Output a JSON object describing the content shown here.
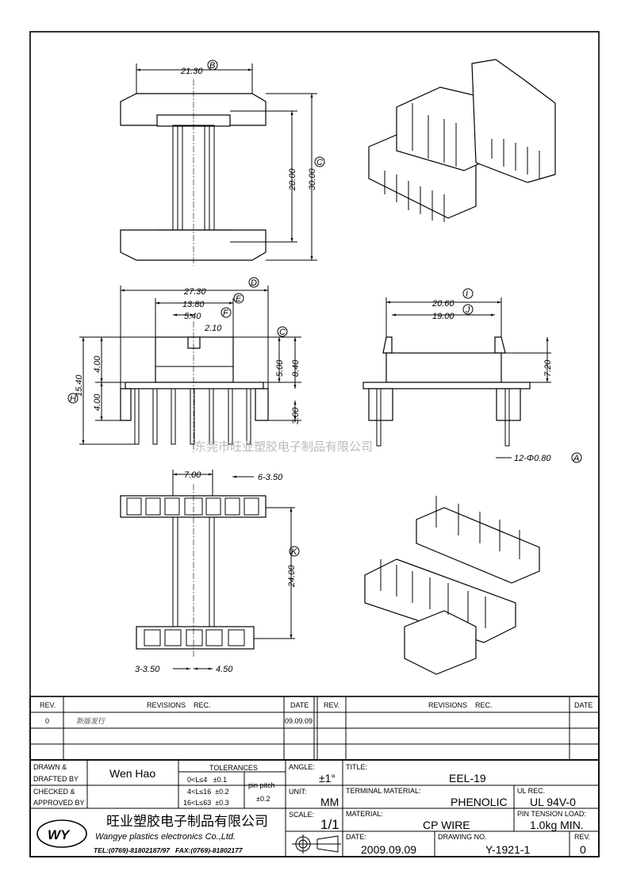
{
  "drawing": {
    "top_view": {
      "width_dim": "21.30",
      "inner_height_dim": "28.00",
      "height_dim": "30.00",
      "balloons": [
        "B",
        "C"
      ]
    },
    "front_view": {
      "overall_width": "27.30",
      "body_width": "13.80",
      "slot_width": "5.40",
      "slot_depth": "2.10",
      "total_height": "15.40",
      "upper_height": "4.00",
      "flange_height": "4.00",
      "core_height": "5.00",
      "body_height": "8.40",
      "pin_height": "3.00",
      "balloons": [
        "D",
        "E",
        "F",
        "C",
        "H"
      ]
    },
    "side_view": {
      "outer_width": "20.60",
      "inner_width": "19.00",
      "height": "7.20",
      "pin_spec": "12-Φ0.80",
      "balloons": [
        "I",
        "J",
        "A"
      ]
    },
    "bottom_view": {
      "pin_span": "7.00",
      "top_pitch": "6-3.50",
      "length": "24.00",
      "bottom_pitch": "3-3.50",
      "bottom_offset": "4.50",
      "balloons": [
        "K"
      ]
    },
    "watermark": "东莞市旺业塑胶电子制品有限公司"
  },
  "revisions": {
    "headers": [
      "REV.",
      "REVISIONS    REC.",
      "DATE"
    ],
    "rows": [
      {
        "rev": "0",
        "rec": "新版发行",
        "date": "09.09.09"
      }
    ]
  },
  "title_block": {
    "drawn_label": "DRAWN &",
    "drafted_label": "DRAFTED BY",
    "drawn_by": "Wen Hao",
    "checked_label": "CHECKED &",
    "approved_label": "APPROVED BY",
    "tolerances_label": "TOLERANCES",
    "tolerances": [
      "0<L≤4   ±0.1",
      "4<L≤16  ±0.2",
      "16<L≤63  ±0.3"
    ],
    "pin_pitch_label": "pin pitch",
    "pin_pitch_tol": "±0.2",
    "angle_label": "ANGLE:",
    "angle": "±1°",
    "unit_label": "UNIT:",
    "unit": "MM",
    "scale_label": "SCALE:",
    "scale": "1/1",
    "title_label": "TITLE:",
    "title": "EEL-19",
    "terminal_material_label": "TERMINAL MATERIAL:",
    "terminal_material": "PHENOLIC",
    "ul_rec_label": "UL REC.",
    "ul_rec": "UL 94V-0",
    "material_label": "MATERIAL:",
    "material": "CP WIRE",
    "pin_tension_label": "PIN TENSION LOAD:",
    "pin_tension": "1.0kg MIN.",
    "date_label": "DATE:",
    "date": "2009.09.09",
    "drawing_no_label": "DRAWING NO.",
    "drawing_no": "Y-1921-1",
    "rev_label": "REV.",
    "rev": "0",
    "company_cn": "旺业塑胶电子制品有限公司",
    "company_en": "Wangye plastics electronics Co.,Ltd.",
    "contact": "TEL:(0769)-81802187/97   FAX:(0769)-81802177",
    "logo_text": "WY"
  }
}
